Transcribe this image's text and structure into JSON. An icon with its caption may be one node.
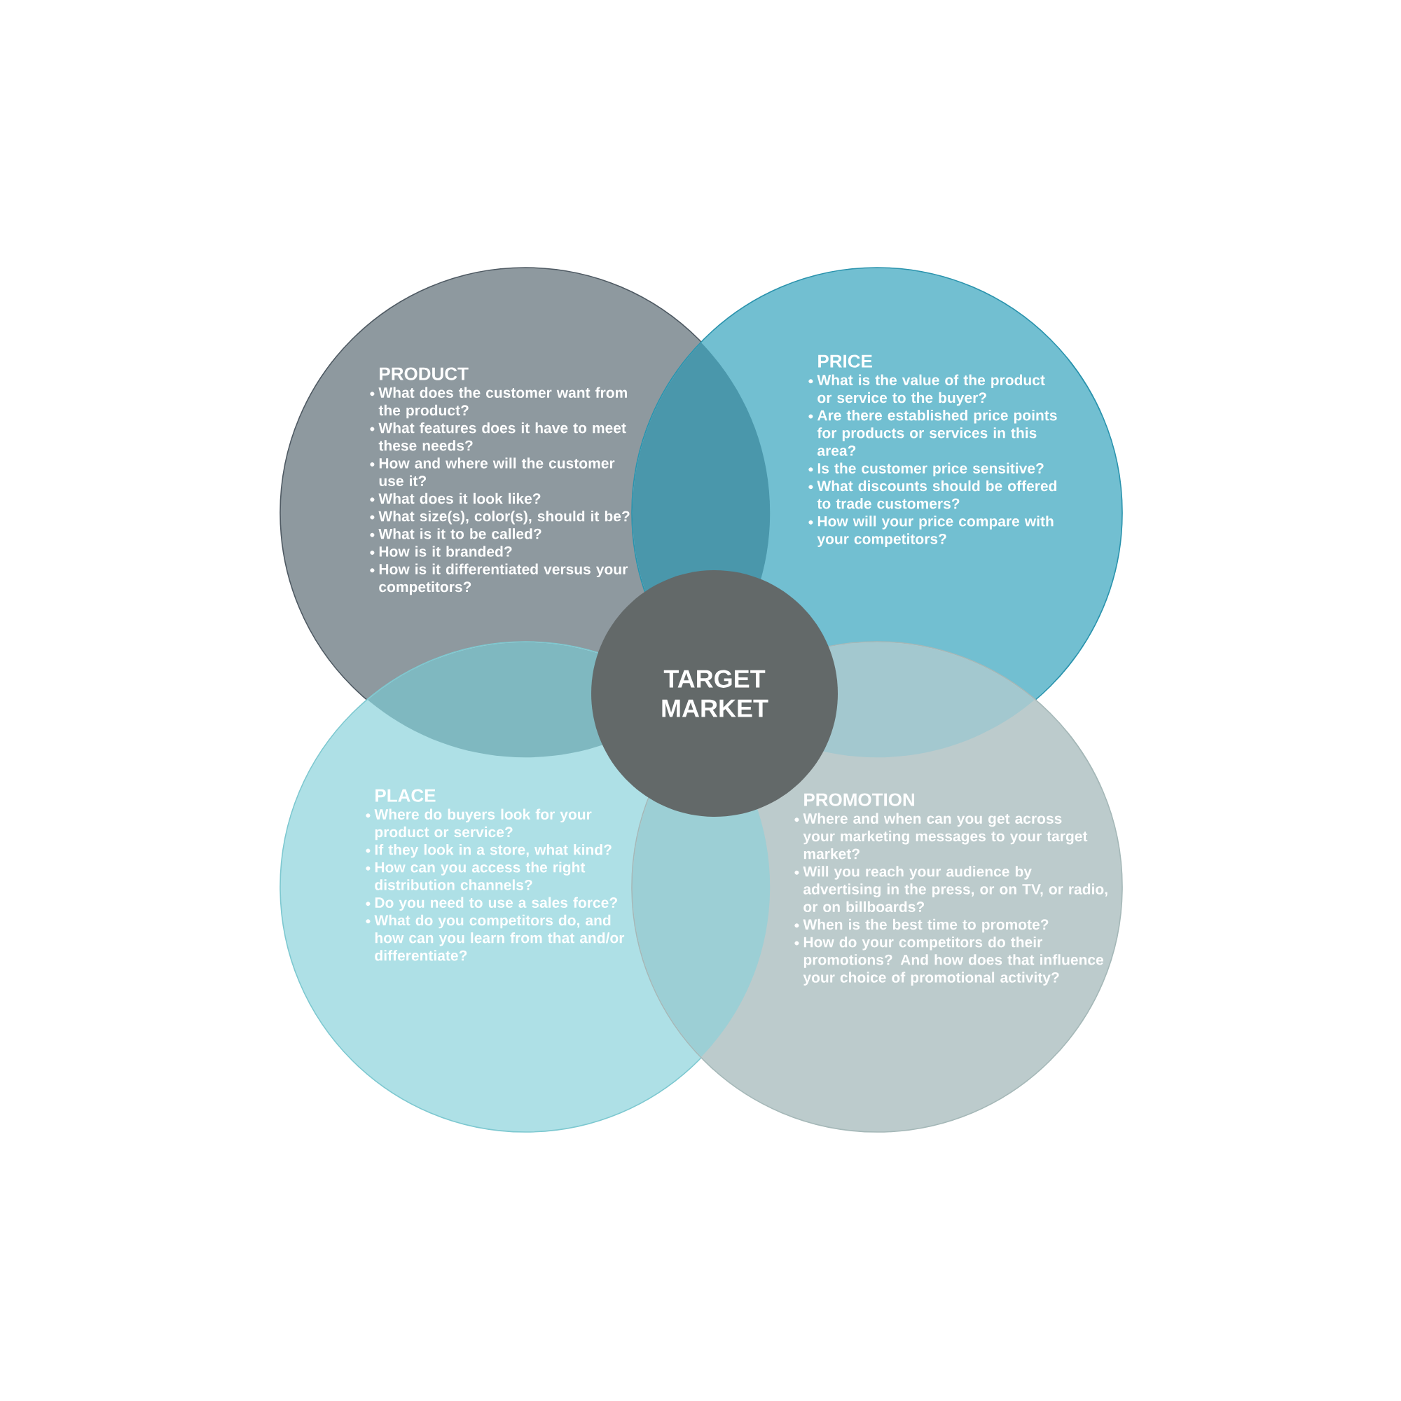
{
  "diagram": {
    "nodes": [
      {
        "text": [
          "PRODUCT",
          "What does the customer want from the product?",
          "What features does it have to meet these needs?",
          "How and where will the customer use it?",
          "What does it look like?",
          "What size(s), color(s), should it be?",
          "What is it to be called?",
          "How is it branded?",
          "How is it differentiated versus your competitors?"
        ]
      },
      {
        "text": [
          "PRICE",
          "What is the value of the product or service to the buyer?",
          "Are there established price points for products or services in this area?",
          "Is the customer price sensitive?",
          "What discounts should be offered to trade customers?",
          "How will your price compare with your competitors?"
        ]
      },
      {
        "text": [
          "TARGET MARKET"
        ]
      },
      {
        "text": [
          "PLACE",
          "Where do buyers look for your product or service?",
          "If they look in a store, what kind?",
          "How can you access the right distribution channels?",
          "Do you need to use a sales force?",
          "What do you competitors do, and how can you learn from that and/or differentiate?"
        ]
      },
      {
        "text": [
          "PROMOTION",
          "Where and when can you get across your marketing messages to your target market?",
          "Will you reach your audience by advertising in the press, or on TV, or radio, or on billboards?",
          "When is the best time to promote?",
          "How do your competitors do their promotions? And how does that influence your choice of promotional activity?"
        ]
      }
    ]
  }
}
